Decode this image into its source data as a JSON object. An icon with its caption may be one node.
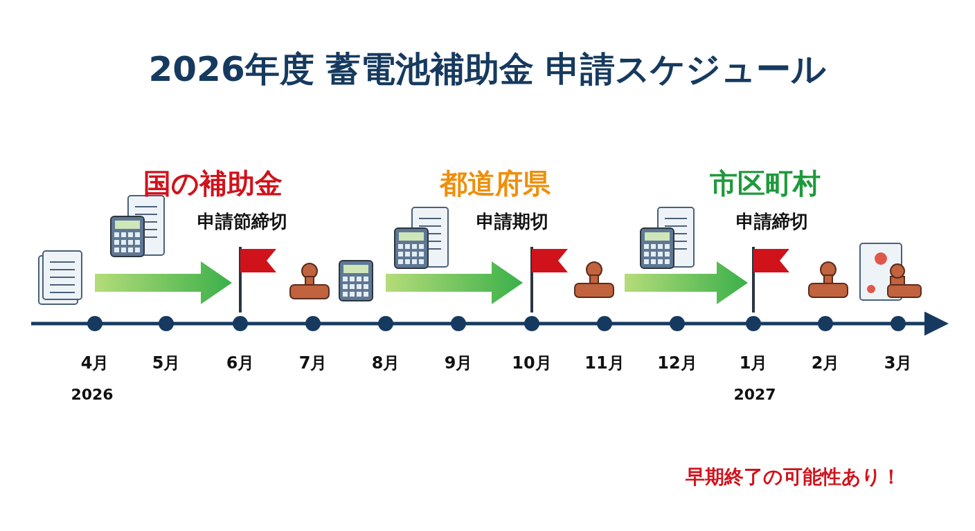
{
  "diagram": {
    "title": "2026年度 蓄電池補助金 申請スケジュール",
    "labels": [
      "国の補助金",
      "都道府県",
      "市区町村",
      "申請節締切",
      "申請期切",
      "申請締切",
      "4月",
      "5月",
      "6月",
      "7月",
      "8月",
      "9月",
      "10月",
      "11月",
      "12月",
      "1月",
      "2月",
      "3月",
      "2026",
      "2027",
      "早期終了の可能性あり！"
    ]
  }
}
